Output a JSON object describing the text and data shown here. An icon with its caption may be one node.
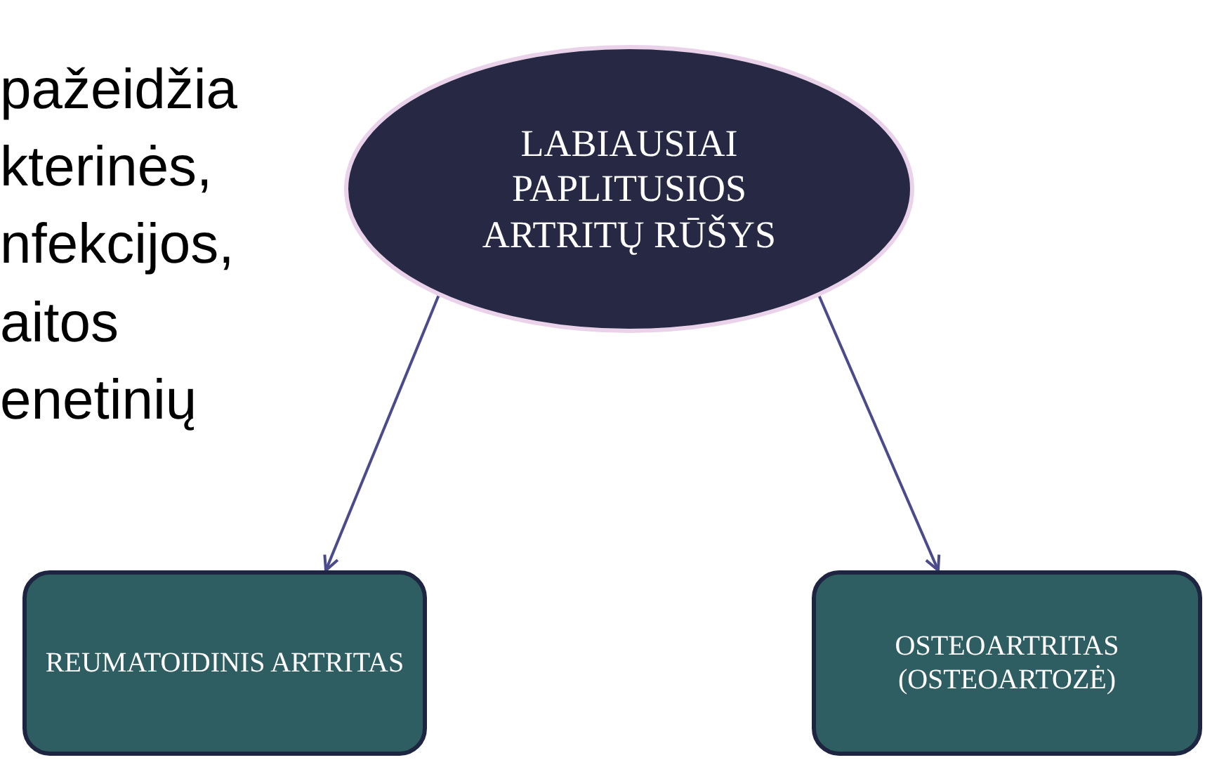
{
  "diagram": {
    "nodes": [
      {
        "text": [
          "LABIAUSIAI PAPLITUSIOS ARTRITŲ RŪŠYS"
        ]
      },
      {
        "text": [
          "REUMATOIDINIS ARTRITAS"
        ]
      },
      {
        "text": [
          "OSTEOARTRITAS (OSTEOARTOZĖ)"
        ]
      }
    ],
    "edges": [
      {
        "from": 0,
        "to": 1,
        "arrow": "to"
      },
      {
        "from": 0,
        "to": 2,
        "arrow": "to"
      }
    ],
    "labels": [
      "pažeidžia",
      "kterinės,",
      "nfekcijos,",
      "aitos",
      "enetinių"
    ]
  }
}
